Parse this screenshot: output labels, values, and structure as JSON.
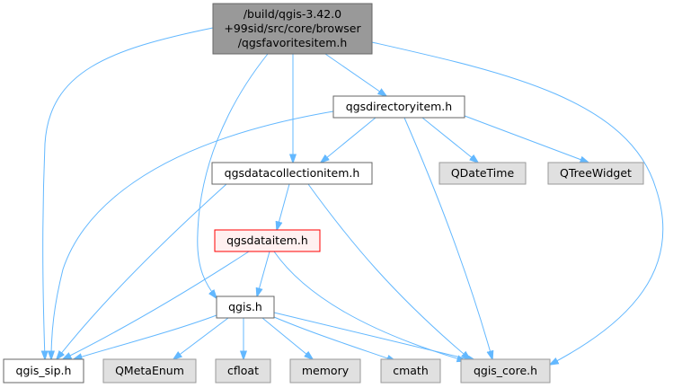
{
  "graph": {
    "colors": {
      "edge": "#63b8ff",
      "root_fill": "#999999",
      "root_border": "#666666",
      "file_fill": "#ffffff",
      "file_border": "#666666",
      "external_fill": "#e0e0e0",
      "external_border": "#999999",
      "highlight_fill": "#fff0f0",
      "highlight_border": "#ff0000"
    },
    "nodes": [
      {
        "id": "root",
        "lines": [
          "/build/qgis-3.42.0",
          "+99sid/src/core/browser",
          "/qgsfavoritesitem.h"
        ],
        "kind": "root"
      },
      {
        "id": "directoryitem",
        "lines": [
          "qgsdirectoryitem.h"
        ],
        "kind": "file"
      },
      {
        "id": "datacollectionitem",
        "lines": [
          "qgsdatacollectionitem.h"
        ],
        "kind": "file"
      },
      {
        "id": "qdatetime",
        "lines": [
          "QDateTime"
        ],
        "kind": "external"
      },
      {
        "id": "qtreewidget",
        "lines": [
          "QTreeWidget"
        ],
        "kind": "external"
      },
      {
        "id": "dataitem",
        "lines": [
          "qgsdataitem.h"
        ],
        "kind": "highlight"
      },
      {
        "id": "qgis",
        "lines": [
          "qgis.h"
        ],
        "kind": "file"
      },
      {
        "id": "qgis_sip",
        "lines": [
          "qgis_sip.h"
        ],
        "kind": "file"
      },
      {
        "id": "qmetaenum",
        "lines": [
          "QMetaEnum"
        ],
        "kind": "external"
      },
      {
        "id": "cfloat",
        "lines": [
          "cfloat"
        ],
        "kind": "external"
      },
      {
        "id": "memory",
        "lines": [
          "memory"
        ],
        "kind": "external"
      },
      {
        "id": "cmath",
        "lines": [
          "cmath"
        ],
        "kind": "external"
      },
      {
        "id": "qgis_core",
        "lines": [
          "qgis_core.h"
        ],
        "kind": "external"
      }
    ],
    "edges": [
      {
        "from": "root",
        "to": "directoryitem"
      },
      {
        "from": "root",
        "to": "datacollectionitem"
      },
      {
        "from": "root",
        "to": "qgis"
      },
      {
        "from": "root",
        "to": "qgis_sip"
      },
      {
        "from": "root",
        "to": "qgis_core"
      },
      {
        "from": "directoryitem",
        "to": "datacollectionitem"
      },
      {
        "from": "directoryitem",
        "to": "qdatetime"
      },
      {
        "from": "directoryitem",
        "to": "qtreewidget"
      },
      {
        "from": "directoryitem",
        "to": "qgis_sip"
      },
      {
        "from": "directoryitem",
        "to": "qgis_core"
      },
      {
        "from": "datacollectionitem",
        "to": "dataitem"
      },
      {
        "from": "datacollectionitem",
        "to": "qgis_sip"
      },
      {
        "from": "datacollectionitem",
        "to": "qgis_core"
      },
      {
        "from": "dataitem",
        "to": "qgis"
      },
      {
        "from": "dataitem",
        "to": "qgis_sip"
      },
      {
        "from": "dataitem",
        "to": "qgis_core"
      },
      {
        "from": "qgis",
        "to": "qgis_sip"
      },
      {
        "from": "qgis",
        "to": "qmetaenum"
      },
      {
        "from": "qgis",
        "to": "cfloat"
      },
      {
        "from": "qgis",
        "to": "memory"
      },
      {
        "from": "qgis",
        "to": "cmath"
      },
      {
        "from": "qgis",
        "to": "qgis_core"
      }
    ]
  }
}
